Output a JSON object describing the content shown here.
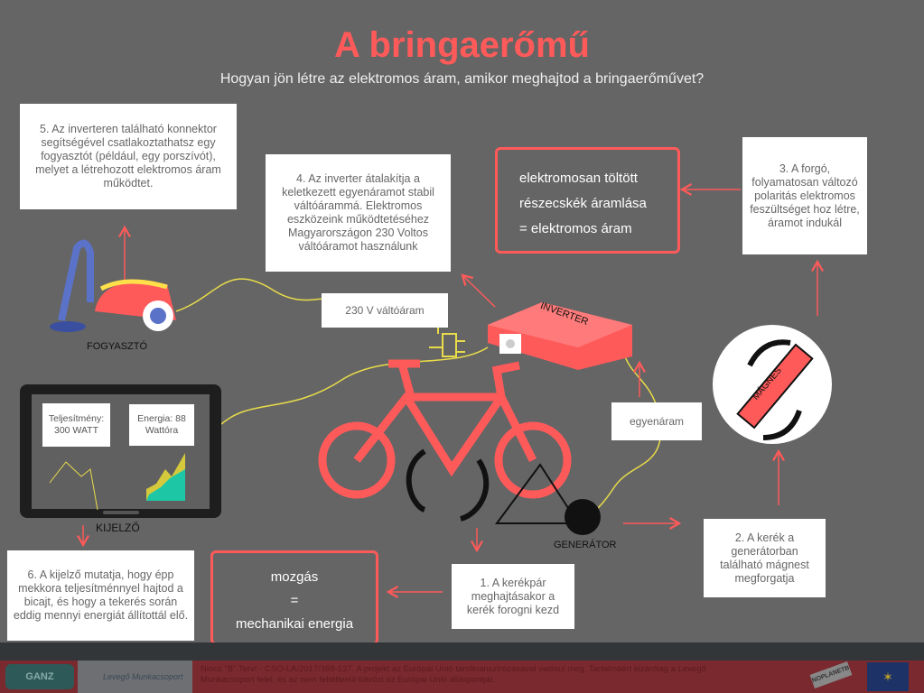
{
  "header": {
    "title": "A bringaerőmű",
    "subtitle": "Hogyan jön  létre az elektromos áram, amikor meghajtod a bringaerőművet?"
  },
  "steps": {
    "s1": "1. A kerékpár meghajtásakor a kerék forogni kezd",
    "s2": "2. A kerék a generátorban található mágnest megforgatja",
    "s3": "3. A forgó, folyamatosan változó polaritás elektromos feszültséget hoz létre, áramot indukál",
    "s4": "4. Az inverter átalakítja a keletkezett egyenáramot stabil váltóárammá. Elektromos eszközeink működtetéséhez Magyarországon 230 Voltos váltóáramot használunk",
    "s5": "5. Az inverteren található konnektor segítségével csatlakoztathatsz egy fogyasztót (például, egy porszívót), melyet a létrehozott elektromos áram működtet.",
    "s6": "6. A kijelző  mutatja,  hogy épp mekkora teljesítménnyel hajtod a bicajt, és hogy a tekerés során  eddig mennyi energiát állítottál elő."
  },
  "definitions": {
    "current": [
      "elektromosan töltött",
      "részecskék áramlása",
      "= elektromos áram"
    ],
    "motion": [
      "mozgás",
      "=",
      "mechanikai energia"
    ]
  },
  "labels": {
    "ac": "230 V váltóáram",
    "dc": "egyenáram",
    "inverter": "INVERTER",
    "magnet": "MÁGNES",
    "generator": "GENERÁTOR",
    "consumer": "FOGYASZTÓ",
    "display": "KIJELZŐ"
  },
  "display": {
    "power": "Teljesítmény: 300 WATT",
    "energy": "Energia: 88 Wattóra"
  },
  "footer": {
    "text": "Nincs \"B\" Terv! - CSO-LA/2017/388-137. A projekt az Európai Unió társfinanszírozásával valósul meg. Tartalmáért kizárólag a Levegő Munkacsoport felel, és az nem feltétlenül tükrözi az Európai Unió álláspontját.",
    "logo1": "GANZ",
    "logo2": "Levegő Munkacsoport",
    "logo3": "NOPLANETB"
  },
  "colors": {
    "accent": "#ff5a5a",
    "bg": "#656565",
    "wire": "#e8dc4a"
  }
}
